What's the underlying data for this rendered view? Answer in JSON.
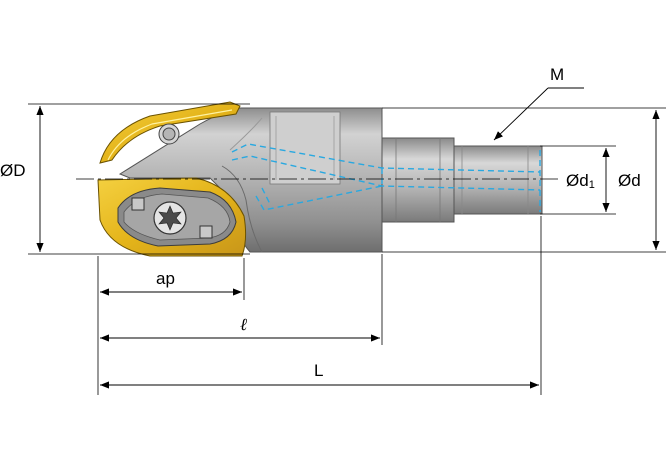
{
  "labels": {
    "diameter_D": "ØD",
    "diameter_d1_main": "Ød",
    "diameter_d1_sub": "1",
    "diameter_d": "Ød",
    "thread_M": "M",
    "depth_ap": "ap",
    "length_l": "ℓ",
    "length_L": "L"
  },
  "colors": {
    "body_gray": "#a9a9a9",
    "body_dark": "#7d7d7d",
    "body_light": "#d6d6d6",
    "insert_gold": "#e8b820",
    "insert_gold_dark": "#b8860b",
    "coolant_blue": "#29a8e0",
    "line_black": "#000000"
  }
}
